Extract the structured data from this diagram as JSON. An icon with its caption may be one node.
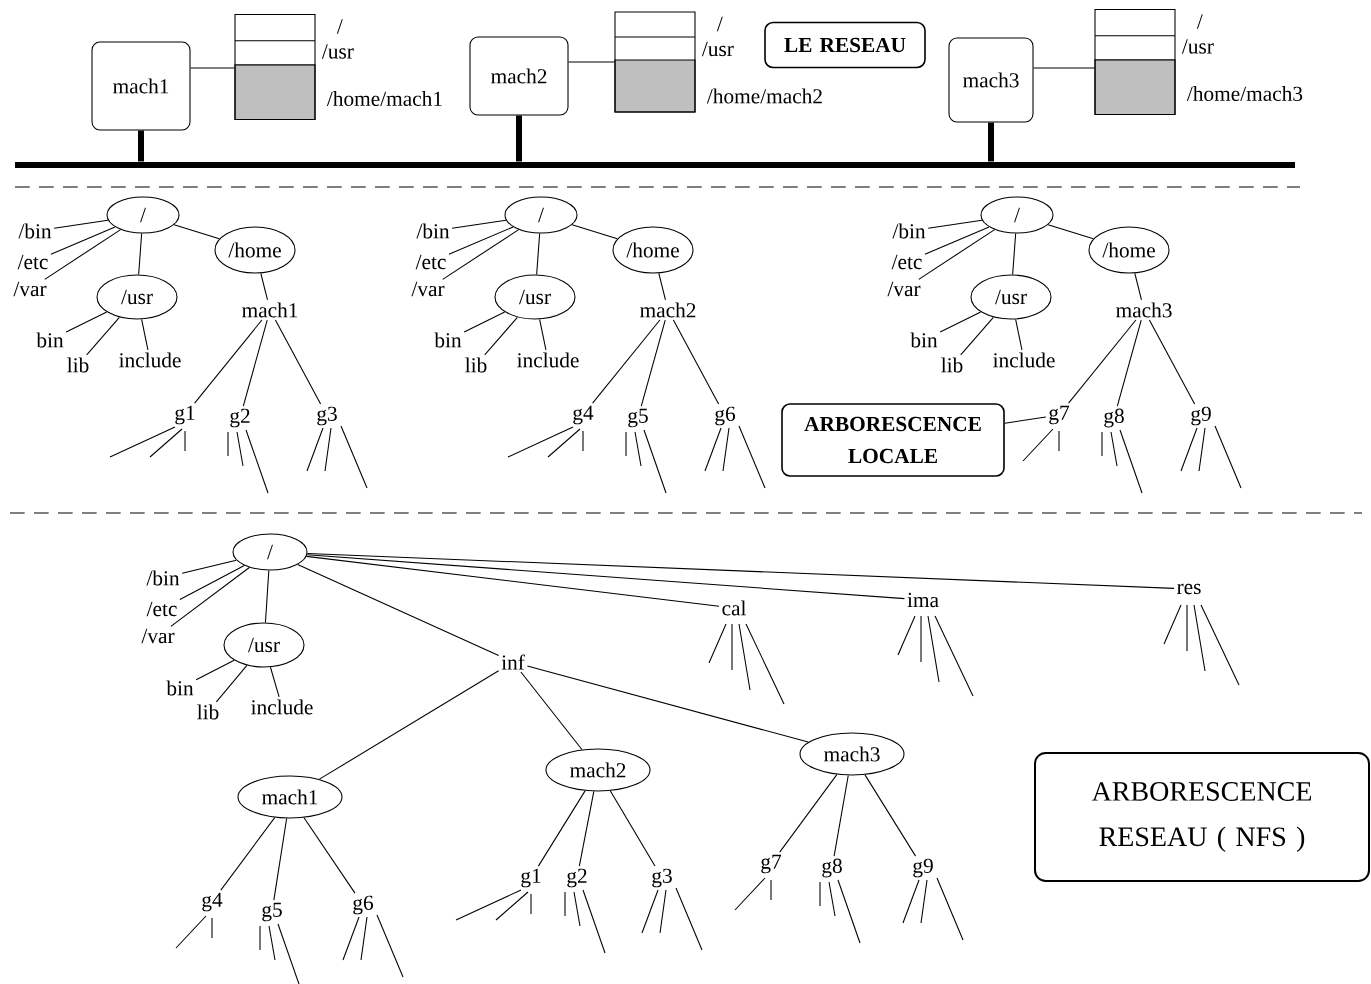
{
  "diagram": {
    "nodes": [
      {
        "text": [
          "mach1"
        ]
      },
      {
        "text": [],
        "shape": "box",
        "beside": [
          "/",
          "/usr",
          "/home/mach1"
        ]
      },
      {
        "text": [
          "mach2"
        ]
      },
      {
        "text": [],
        "shape": "box",
        "beside": [
          "/",
          "/usr",
          "/home/mach2"
        ]
      },
      {
        "text": [
          "LE RESEAU"
        ]
      },
      {
        "text": [
          "mach3"
        ]
      },
      {
        "text": [],
        "shape": "box",
        "beside": [
          "/",
          "/usr",
          "/home/mach3"
        ]
      },
      {
        "text": [],
        "shape": "bar"
      },
      {
        "text": [
          "/"
        ]
      },
      {
        "text": [
          "/bin"
        ]
      },
      {
        "text": [
          "/etc"
        ]
      },
      {
        "text": [
          "/var"
        ]
      },
      {
        "text": [
          "/usr"
        ]
      },
      {
        "text": [
          "bin"
        ]
      },
      {
        "text": [
          "lib"
        ]
      },
      {
        "text": [
          "include"
        ]
      },
      {
        "text": [
          "/home"
        ]
      },
      {
        "text": [
          "mach1"
        ]
      },
      {
        "text": [
          "g1"
        ]
      },
      {
        "text": [
          "g2"
        ]
      },
      {
        "text": [
          "g3"
        ]
      },
      {
        "text": [
          "/"
        ]
      },
      {
        "text": [
          "/bin"
        ]
      },
      {
        "text": [
          "/etc"
        ]
      },
      {
        "text": [
          "/var"
        ]
      },
      {
        "text": [
          "/usr"
        ]
      },
      {
        "text": [
          "bin"
        ]
      },
      {
        "text": [
          "lib"
        ]
      },
      {
        "text": [
          "include"
        ]
      },
      {
        "text": [
          "/home"
        ]
      },
      {
        "text": [
          "mach2"
        ]
      },
      {
        "text": [
          "g4"
        ]
      },
      {
        "text": [
          "g5"
        ]
      },
      {
        "text": [
          "g6"
        ]
      },
      {
        "text": [
          "/"
        ]
      },
      {
        "text": [
          "/bin"
        ]
      },
      {
        "text": [
          "/etc"
        ]
      },
      {
        "text": [
          "/var"
        ]
      },
      {
        "text": [
          "/usr"
        ]
      },
      {
        "text": [
          "bin"
        ]
      },
      {
        "text": [
          "lib"
        ]
      },
      {
        "text": [
          "include"
        ]
      },
      {
        "text": [
          "/home"
        ]
      },
      {
        "text": [
          "mach3"
        ]
      },
      {
        "text": [
          "g7"
        ]
      },
      {
        "text": [
          "g8"
        ]
      },
      {
        "text": [
          "g9"
        ]
      },
      {
        "text": [
          "ARBORESCENCE LOCALE"
        ]
      },
      {
        "text": [
          "/"
        ]
      },
      {
        "text": [
          "/bin"
        ]
      },
      {
        "text": [
          "/etc"
        ]
      },
      {
        "text": [
          "/var"
        ]
      },
      {
        "text": [
          "/usr"
        ]
      },
      {
        "text": [
          "bin"
        ]
      },
      {
        "text": [
          "lib"
        ]
      },
      {
        "text": [
          "include"
        ]
      },
      {
        "text": [
          "inf"
        ]
      },
      {
        "text": [
          "cal"
        ]
      },
      {
        "text": [
          "ima"
        ]
      },
      {
        "text": [
          "res"
        ]
      },
      {
        "text": [
          "mach1"
        ]
      },
      {
        "text": [
          "mach2"
        ]
      },
      {
        "text": [
          "mach3"
        ]
      },
      {
        "text": [
          "g4"
        ]
      },
      {
        "text": [
          "g5"
        ]
      },
      {
        "text": [
          "g6"
        ]
      },
      {
        "text": [
          "g1"
        ]
      },
      {
        "text": [
          "g2"
        ]
      },
      {
        "text": [
          "g3"
        ]
      },
      {
        "text": [
          "g7"
        ]
      },
      {
        "text": [
          "g8"
        ]
      },
      {
        "text": [
          "g9"
        ]
      },
      {
        "text": [
          "ARBORESCENCE RESEAU ( NFS )"
        ]
      }
    ],
    "edges": [
      {
        "from": 0,
        "to": 1,
        "arrow": "none"
      },
      {
        "from": 2,
        "to": 3,
        "arrow": "none"
      },
      {
        "from": 5,
        "to": 6,
        "arrow": "none"
      },
      {
        "from": 0,
        "to": 7,
        "arrow": "none",
        "style": "thick"
      },
      {
        "from": 2,
        "to": 7,
        "arrow": "none",
        "style": "thick"
      },
      {
        "from": 5,
        "to": 7,
        "arrow": "none",
        "style": "thick"
      },
      {
        "from": 8,
        "to": 9,
        "arrow": "none"
      },
      {
        "from": 8,
        "to": 10,
        "arrow": "none"
      },
      {
        "from": 8,
        "to": 11,
        "arrow": "none"
      },
      {
        "from": 8,
        "to": 12,
        "arrow": "none"
      },
      {
        "from": 8,
        "to": 16,
        "arrow": "none"
      },
      {
        "from": 12,
        "to": 13,
        "arrow": "none"
      },
      {
        "from": 12,
        "to": 14,
        "arrow": "none"
      },
      {
        "from": 12,
        "to": 15,
        "arrow": "none"
      },
      {
        "from": 16,
        "to": 17,
        "arrow": "none"
      },
      {
        "from": 17,
        "to": 18,
        "arrow": "none"
      },
      {
        "from": 17,
        "to": 19,
        "arrow": "none"
      },
      {
        "from": 17,
        "to": 20,
        "arrow": "none"
      },
      {
        "from": 21,
        "to": 22,
        "arrow": "none"
      },
      {
        "from": 21,
        "to": 23,
        "arrow": "none"
      },
      {
        "from": 21,
        "to": 24,
        "arrow": "none"
      },
      {
        "from": 21,
        "to": 25,
        "arrow": "none"
      },
      {
        "from": 21,
        "to": 29,
        "arrow": "none"
      },
      {
        "from": 25,
        "to": 26,
        "arrow": "none"
      },
      {
        "from": 25,
        "to": 27,
        "arrow": "none"
      },
      {
        "from": 25,
        "to": 28,
        "arrow": "none"
      },
      {
        "from": 29,
        "to": 30,
        "arrow": "none"
      },
      {
        "from": 30,
        "to": 31,
        "arrow": "none"
      },
      {
        "from": 30,
        "to": 32,
        "arrow": "none"
      },
      {
        "from": 30,
        "to": 33,
        "arrow": "none"
      },
      {
        "from": 34,
        "to": 35,
        "arrow": "none"
      },
      {
        "from": 34,
        "to": 36,
        "arrow": "none"
      },
      {
        "from": 34,
        "to": 37,
        "arrow": "none"
      },
      {
        "from": 34,
        "to": 38,
        "arrow": "none"
      },
      {
        "from": 34,
        "to": 42,
        "arrow": "none"
      },
      {
        "from": 38,
        "to": 39,
        "arrow": "none"
      },
      {
        "from": 38,
        "to": 40,
        "arrow": "none"
      },
      {
        "from": 38,
        "to": 41,
        "arrow": "none"
      },
      {
        "from": 42,
        "to": 43,
        "arrow": "none"
      },
      {
        "from": 43,
        "to": 44,
        "arrow": "none"
      },
      {
        "from": 43,
        "to": 45,
        "arrow": "none"
      },
      {
        "from": 43,
        "to": 46,
        "arrow": "none"
      },
      {
        "from": 47,
        "to": 44,
        "arrow": "none"
      },
      {
        "from": 48,
        "to": 49,
        "arrow": "none"
      },
      {
        "from": 48,
        "to": 50,
        "arrow": "none"
      },
      {
        "from": 48,
        "to": 51,
        "arrow": "none"
      },
      {
        "from": 48,
        "to": 52,
        "arrow": "none"
      },
      {
        "from": 48,
        "to": 56,
        "arrow": "none"
      },
      {
        "from": 48,
        "to": 57,
        "arrow": "none"
      },
      {
        "from": 48,
        "to": 58,
        "arrow": "none"
      },
      {
        "from": 48,
        "to": 59,
        "arrow": "none"
      },
      {
        "from": 52,
        "to": 53,
        "arrow": "none"
      },
      {
        "from": 52,
        "to": 54,
        "arrow": "none"
      },
      {
        "from": 52,
        "to": 55,
        "arrow": "none"
      },
      {
        "from": 56,
        "to": 60,
        "arrow": "none"
      },
      {
        "from": 56,
        "to": 61,
        "arrow": "none"
      },
      {
        "from": 56,
        "to": 62,
        "arrow": "none"
      },
      {
        "from": 60,
        "to": 63,
        "arrow": "none"
      },
      {
        "from": 60,
        "to": 64,
        "arrow": "none"
      },
      {
        "from": 60,
        "to": 65,
        "arrow": "none"
      },
      {
        "from": 61,
        "to": 66,
        "arrow": "none"
      },
      {
        "from": 61,
        "to": 67,
        "arrow": "none"
      },
      {
        "from": 61,
        "to": 68,
        "arrow": "none"
      },
      {
        "from": 62,
        "to": 69,
        "arrow": "none"
      },
      {
        "from": 62,
        "to": 70,
        "arrow": "none"
      },
      {
        "from": 62,
        "to": 71,
        "arrow": "none"
      },
      {
        "from": 18,
        "to": null,
        "arrow": "none"
      },
      {
        "from": 18,
        "to": null,
        "arrow": "none"
      },
      {
        "from": 18,
        "to": null,
        "arrow": "none"
      },
      {
        "from": 19,
        "to": null,
        "arrow": "none"
      },
      {
        "from": 19,
        "to": null,
        "arrow": "none"
      },
      {
        "from": 19,
        "to": null,
        "arrow": "none"
      },
      {
        "from": 20,
        "to": null,
        "arrow": "none"
      },
      {
        "from": 20,
        "to": null,
        "arrow": "none"
      },
      {
        "from": 20,
        "to": null,
        "arrow": "none"
      },
      {
        "from": 31,
        "to": null,
        "arrow": "none"
      },
      {
        "from": 31,
        "to": null,
        "arrow": "none"
      },
      {
        "from": 31,
        "to": null,
        "arrow": "none"
      },
      {
        "from": 32,
        "to": null,
        "arrow": "none"
      },
      {
        "from": 32,
        "to": null,
        "arrow": "none"
      },
      {
        "from": 32,
        "to": null,
        "arrow": "none"
      },
      {
        "from": 33,
        "to": null,
        "arrow": "none"
      },
      {
        "from": 33,
        "to": null,
        "arrow": "none"
      },
      {
        "from": 33,
        "to": null,
        "arrow": "none"
      },
      {
        "from": 44,
        "to": null,
        "arrow": "none"
      },
      {
        "from": 44,
        "to": null,
        "arrow": "none"
      },
      {
        "from": 45,
        "to": null,
        "arrow": "none"
      },
      {
        "from": 45,
        "to": null,
        "arrow": "none"
      },
      {
        "from": 45,
        "to": null,
        "arrow": "none"
      },
      {
        "from": 46,
        "to": null,
        "arrow": "none"
      },
      {
        "from": 46,
        "to": null,
        "arrow": "none"
      },
      {
        "from": 46,
        "to": null,
        "arrow": "none"
      },
      {
        "from": 57,
        "to": null,
        "arrow": "none"
      },
      {
        "from": 57,
        "to": null,
        "arrow": "none"
      },
      {
        "from": 57,
        "to": null,
        "arrow": "none"
      },
      {
        "from": 57,
        "to": null,
        "arrow": "none"
      },
      {
        "from": 58,
        "to": null,
        "arrow": "none"
      },
      {
        "from": 58,
        "to": null,
        "arrow": "none"
      },
      {
        "from": 58,
        "to": null,
        "arrow": "none"
      },
      {
        "from": 58,
        "to": null,
        "arrow": "none"
      },
      {
        "from": 59,
        "to": null,
        "arrow": "none"
      },
      {
        "from": 59,
        "to": null,
        "arrow": "none"
      },
      {
        "from": 59,
        "to": null,
        "arrow": "none"
      },
      {
        "from": 59,
        "to": null,
        "arrow": "none"
      },
      {
        "from": 63,
        "to": null,
        "arrow": "none"
      },
      {
        "from": 63,
        "to": null,
        "arrow": "none"
      },
      {
        "from": 64,
        "to": null,
        "arrow": "none"
      },
      {
        "from": 64,
        "to": null,
        "arrow": "none"
      },
      {
        "from": 64,
        "to": null,
        "arrow": "none"
      },
      {
        "from": 65,
        "to": null,
        "arrow": "none"
      },
      {
        "from": 65,
        "to": null,
        "arrow": "none"
      },
      {
        "from": 65,
        "to": null,
        "arrow": "none"
      },
      {
        "from": 66,
        "to": null,
        "arrow": "none"
      },
      {
        "from": 66,
        "to": null,
        "arrow": "none"
      },
      {
        "from": 66,
        "to": null,
        "arrow": "none"
      },
      {
        "from": 67,
        "to": null,
        "arrow": "none"
      },
      {
        "from": 67,
        "to": null,
        "arrow": "none"
      },
      {
        "from": 67,
        "to": null,
        "arrow": "none"
      },
      {
        "from": 68,
        "to": null,
        "arrow": "none"
      },
      {
        "from": 68,
        "to": null,
        "arrow": "none"
      },
      {
        "from": 68,
        "to": null,
        "arrow": "none"
      },
      {
        "from": 69,
        "to": null,
        "arrow": "none"
      },
      {
        "from": 69,
        "to": null,
        "arrow": "none"
      },
      {
        "from": 70,
        "to": null,
        "arrow": "none"
      },
      {
        "from": 70,
        "to": null,
        "arrow": "none"
      },
      {
        "from": 70,
        "to": null,
        "arrow": "none"
      },
      {
        "from": 71,
        "to": null,
        "arrow": "none"
      },
      {
        "from": 71,
        "to": null,
        "arrow": "none"
      },
      {
        "from": 71,
        "to": null,
        "arrow": "none"
      }
    ]
  }
}
